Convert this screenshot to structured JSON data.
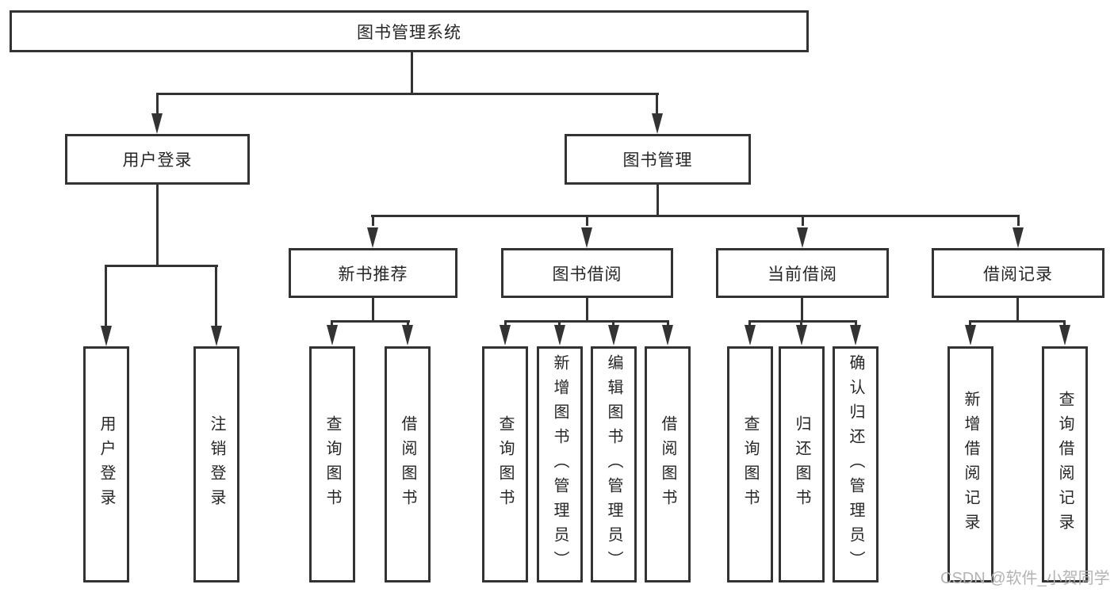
{
  "nodes": {
    "system": {
      "label": "图书管理系统"
    },
    "user_login": {
      "label": "用户登录"
    },
    "book_mgmt": {
      "label": "图书管理"
    },
    "new_book_rec": {
      "label": "新书推荐"
    },
    "book_borrow": {
      "label": "图书借阅"
    },
    "current_borrow": {
      "label": "当前借阅"
    },
    "borrow_record": {
      "label": "借阅记录"
    },
    "leaf_user_login": {
      "label": "用户登录"
    },
    "leaf_logout": {
      "label": "注销登录"
    },
    "leaf_query_book_new": {
      "label": "查询图书"
    },
    "leaf_borrow_book_new": {
      "label": "借阅图书"
    },
    "leaf_query_book_borrow": {
      "label": "查询图书"
    },
    "leaf_add_book": {
      "label": "新增图书（管理员）"
    },
    "leaf_edit_book": {
      "label": "编辑图书（管理员）"
    },
    "leaf_borrow_book": {
      "label": "借阅图书"
    },
    "leaf_query_book_cur": {
      "label": "查询图书"
    },
    "leaf_return_book": {
      "label": "归还图书"
    },
    "leaf_confirm_return": {
      "label": "确认归还（管理员）"
    },
    "leaf_add_borrow_rec": {
      "label": "新增借阅记录"
    },
    "leaf_query_borrow_rec": {
      "label": "查询借阅记录"
    }
  },
  "tree": {
    "label": "图书管理系统",
    "children": [
      {
        "label": "用户登录",
        "children": [
          {
            "label": "用户登录"
          },
          {
            "label": "注销登录"
          }
        ]
      },
      {
        "label": "图书管理",
        "children": [
          {
            "label": "新书推荐",
            "children": [
              {
                "label": "查询图书"
              },
              {
                "label": "借阅图书"
              }
            ]
          },
          {
            "label": "图书借阅",
            "children": [
              {
                "label": "查询图书"
              },
              {
                "label": "新增图书（管理员）"
              },
              {
                "label": "编辑图书（管理员）"
              },
              {
                "label": "借阅图书"
              }
            ]
          },
          {
            "label": "当前借阅",
            "children": [
              {
                "label": "查询图书"
              },
              {
                "label": "归还图书"
              },
              {
                "label": "确认归还（管理员）"
              }
            ]
          },
          {
            "label": "借阅记录",
            "children": [
              {
                "label": "新增借阅记录"
              },
              {
                "label": "查询借阅记录"
              }
            ]
          }
        ]
      }
    ]
  },
  "watermark": {
    "text": "CSDN @软件_小贺同学"
  },
  "colors": {
    "line": "#333333",
    "text": "#262626",
    "watermark": "#b3b3b3",
    "background": "#ffffff"
  }
}
